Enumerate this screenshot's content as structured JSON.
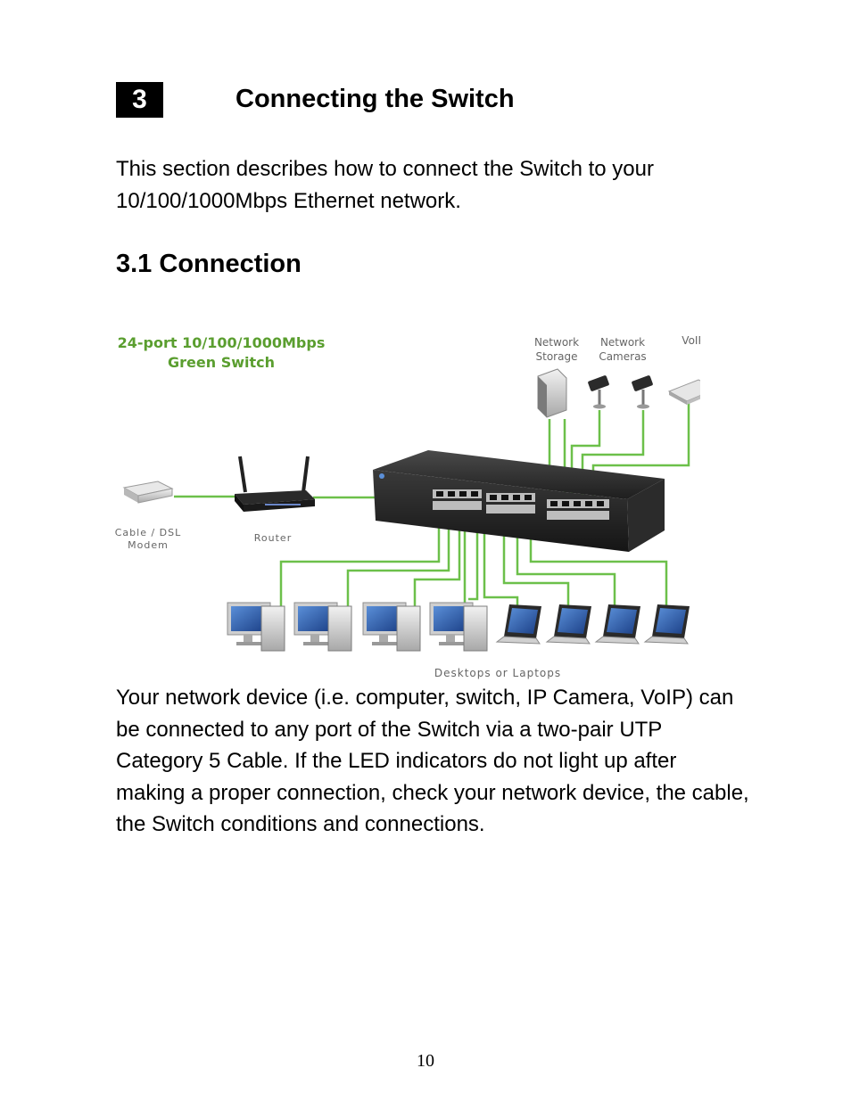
{
  "chapter": {
    "number": "3",
    "title": "Connecting the Switch"
  },
  "intro": "This section describes how to connect the Switch to your 10/100/1000Mbps Ethernet network.",
  "section": {
    "title": "3.1 Connection"
  },
  "diagram": {
    "switch_title_line1": "24-port 10/100/1000Mbps",
    "switch_title_line2": "Green Switch",
    "network_storage_line1": "Network",
    "network_storage_line2": "Storage",
    "network_cameras_line1": "Network",
    "network_cameras_line2": "Cameras",
    "voip": "VoIP",
    "modem_line1": "Cable / DSL",
    "modem_line2": "Modem",
    "router": "Router",
    "desktops_laptops": "Desktops or Laptops",
    "colors": {
      "cable": "#6cc04a",
      "label_green": "#5a9e2f"
    }
  },
  "body": "Your network device (i.e. computer, switch, IP Camera, VoIP) can be connected to any port of the Switch via a two-pair UTP Category 5 Cable. If the LED indicators do not light up after making a proper connection, check your network device, the cable, the Switch conditions and connections.",
  "page_number": "10"
}
